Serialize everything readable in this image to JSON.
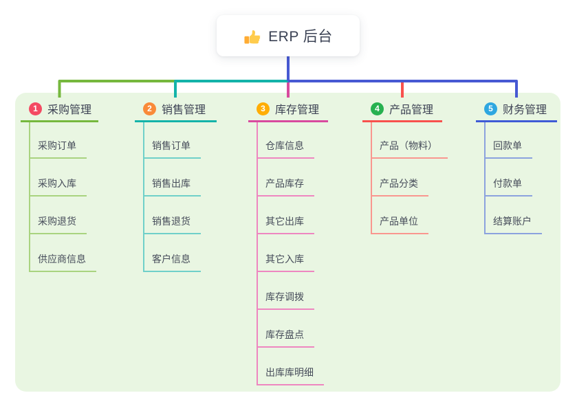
{
  "root": {
    "title": "ERP 后台",
    "icon": "thumbs-up"
  },
  "branches": [
    {
      "index": "1",
      "label": "采购管理",
      "line_color": "#76b83e",
      "child_line_color": "#a9d37f",
      "badge_color": "#f44a62",
      "children": [
        "采购订单",
        "采购入库",
        "采购退货",
        "供应商信息"
      ]
    },
    {
      "index": "2",
      "label": "销售管理",
      "line_color": "#14b3a9",
      "child_line_color": "#6fd0c9",
      "badge_color": "#f98a39",
      "children": [
        "销售订单",
        "销售出库",
        "销售退货",
        "客户信息"
      ]
    },
    {
      "index": "3",
      "label": "库存管理",
      "line_color": "#d84a9e",
      "child_line_color": "#ee86c0",
      "badge_color": "#ffad05",
      "children": [
        "仓库信息",
        "产品库存",
        "其它出库",
        "其它入库",
        "库存调拨",
        "库存盘点",
        "出库库明细"
      ]
    },
    {
      "index": "4",
      "label": "产品管理",
      "line_color": "#f8514d",
      "child_line_color": "#f9968f",
      "badge_color": "#27b150",
      "children": [
        "产品（物料）",
        "产品分类",
        "产品单位"
      ]
    },
    {
      "index": "5",
      "label": "财务管理",
      "line_color": "#3f5bd6",
      "child_line_color": "#8ba2de",
      "badge_color": "#2ea7e0",
      "children": [
        "回款单",
        "付款单",
        "结算账户"
      ]
    }
  ],
  "colors": {
    "canvas_bg": "#ffffff",
    "panel_bg": "#e9f6e2",
    "root_connector": "#4759d3",
    "header_text": "#3d4254",
    "child_text": "#464c5a"
  }
}
